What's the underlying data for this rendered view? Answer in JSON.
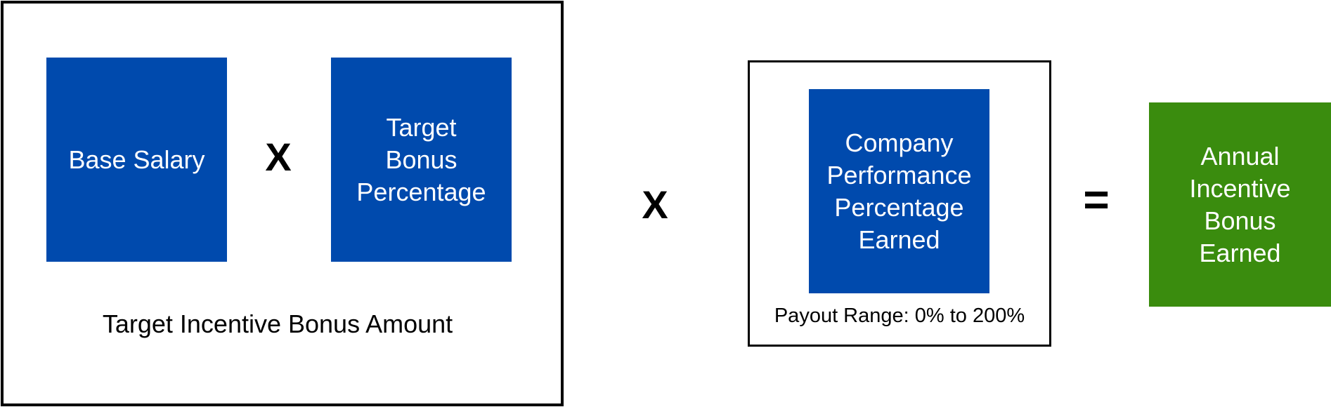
{
  "colors": {
    "blue_box": "#004AAD",
    "green_box": "#3A8C0E",
    "frame": "#000000",
    "text_on_box": "#FFFFFF"
  },
  "target_group": {
    "caption": "Target Incentive Bonus Amount",
    "base_salary": {
      "lines": [
        "Base Salary"
      ]
    },
    "operator": "X",
    "target_bonus_percentage": {
      "lines": [
        "Target",
        "Bonus",
        "Percentage"
      ]
    }
  },
  "operator_between_groups": "X",
  "performance_group": {
    "company_performance": {
      "lines": [
        "Company",
        "Performance",
        "Percentage",
        "Earned"
      ]
    },
    "payout_range": "Payout Range: 0% to 200%"
  },
  "equals": "=",
  "result": {
    "lines": [
      "Annual",
      "Incentive",
      "Bonus",
      "Earned"
    ]
  }
}
